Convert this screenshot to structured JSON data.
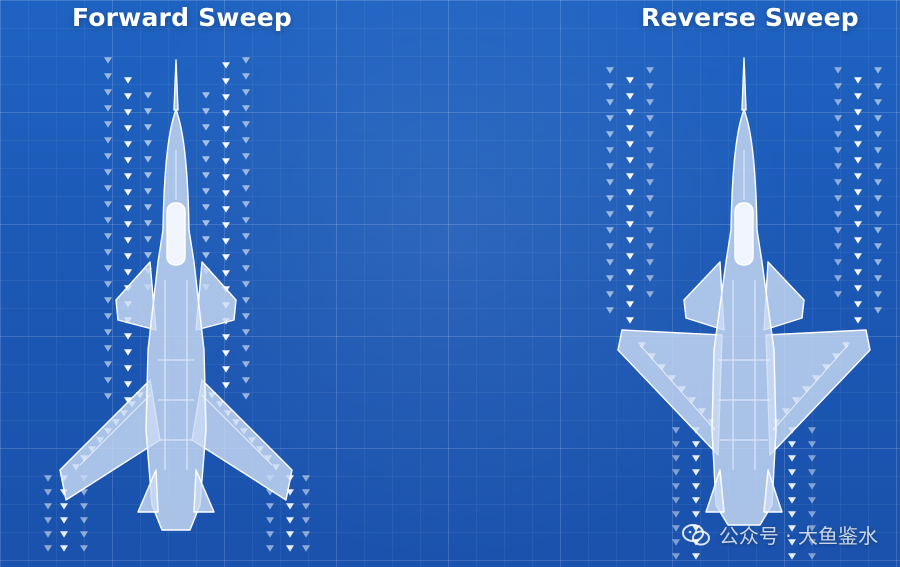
{
  "panels": {
    "left_title": "Forward Sweep",
    "right_title": "Reverse Sweep"
  },
  "watermark": {
    "text": "公众号 · 大鱼鉴水",
    "icon": "wechat-icon"
  },
  "colors": {
    "background": "#1e5fbd",
    "aircraft_fill": "#c9daf3",
    "aircraft_line": "#ffffff",
    "flow_arrow": "#ffffff"
  }
}
